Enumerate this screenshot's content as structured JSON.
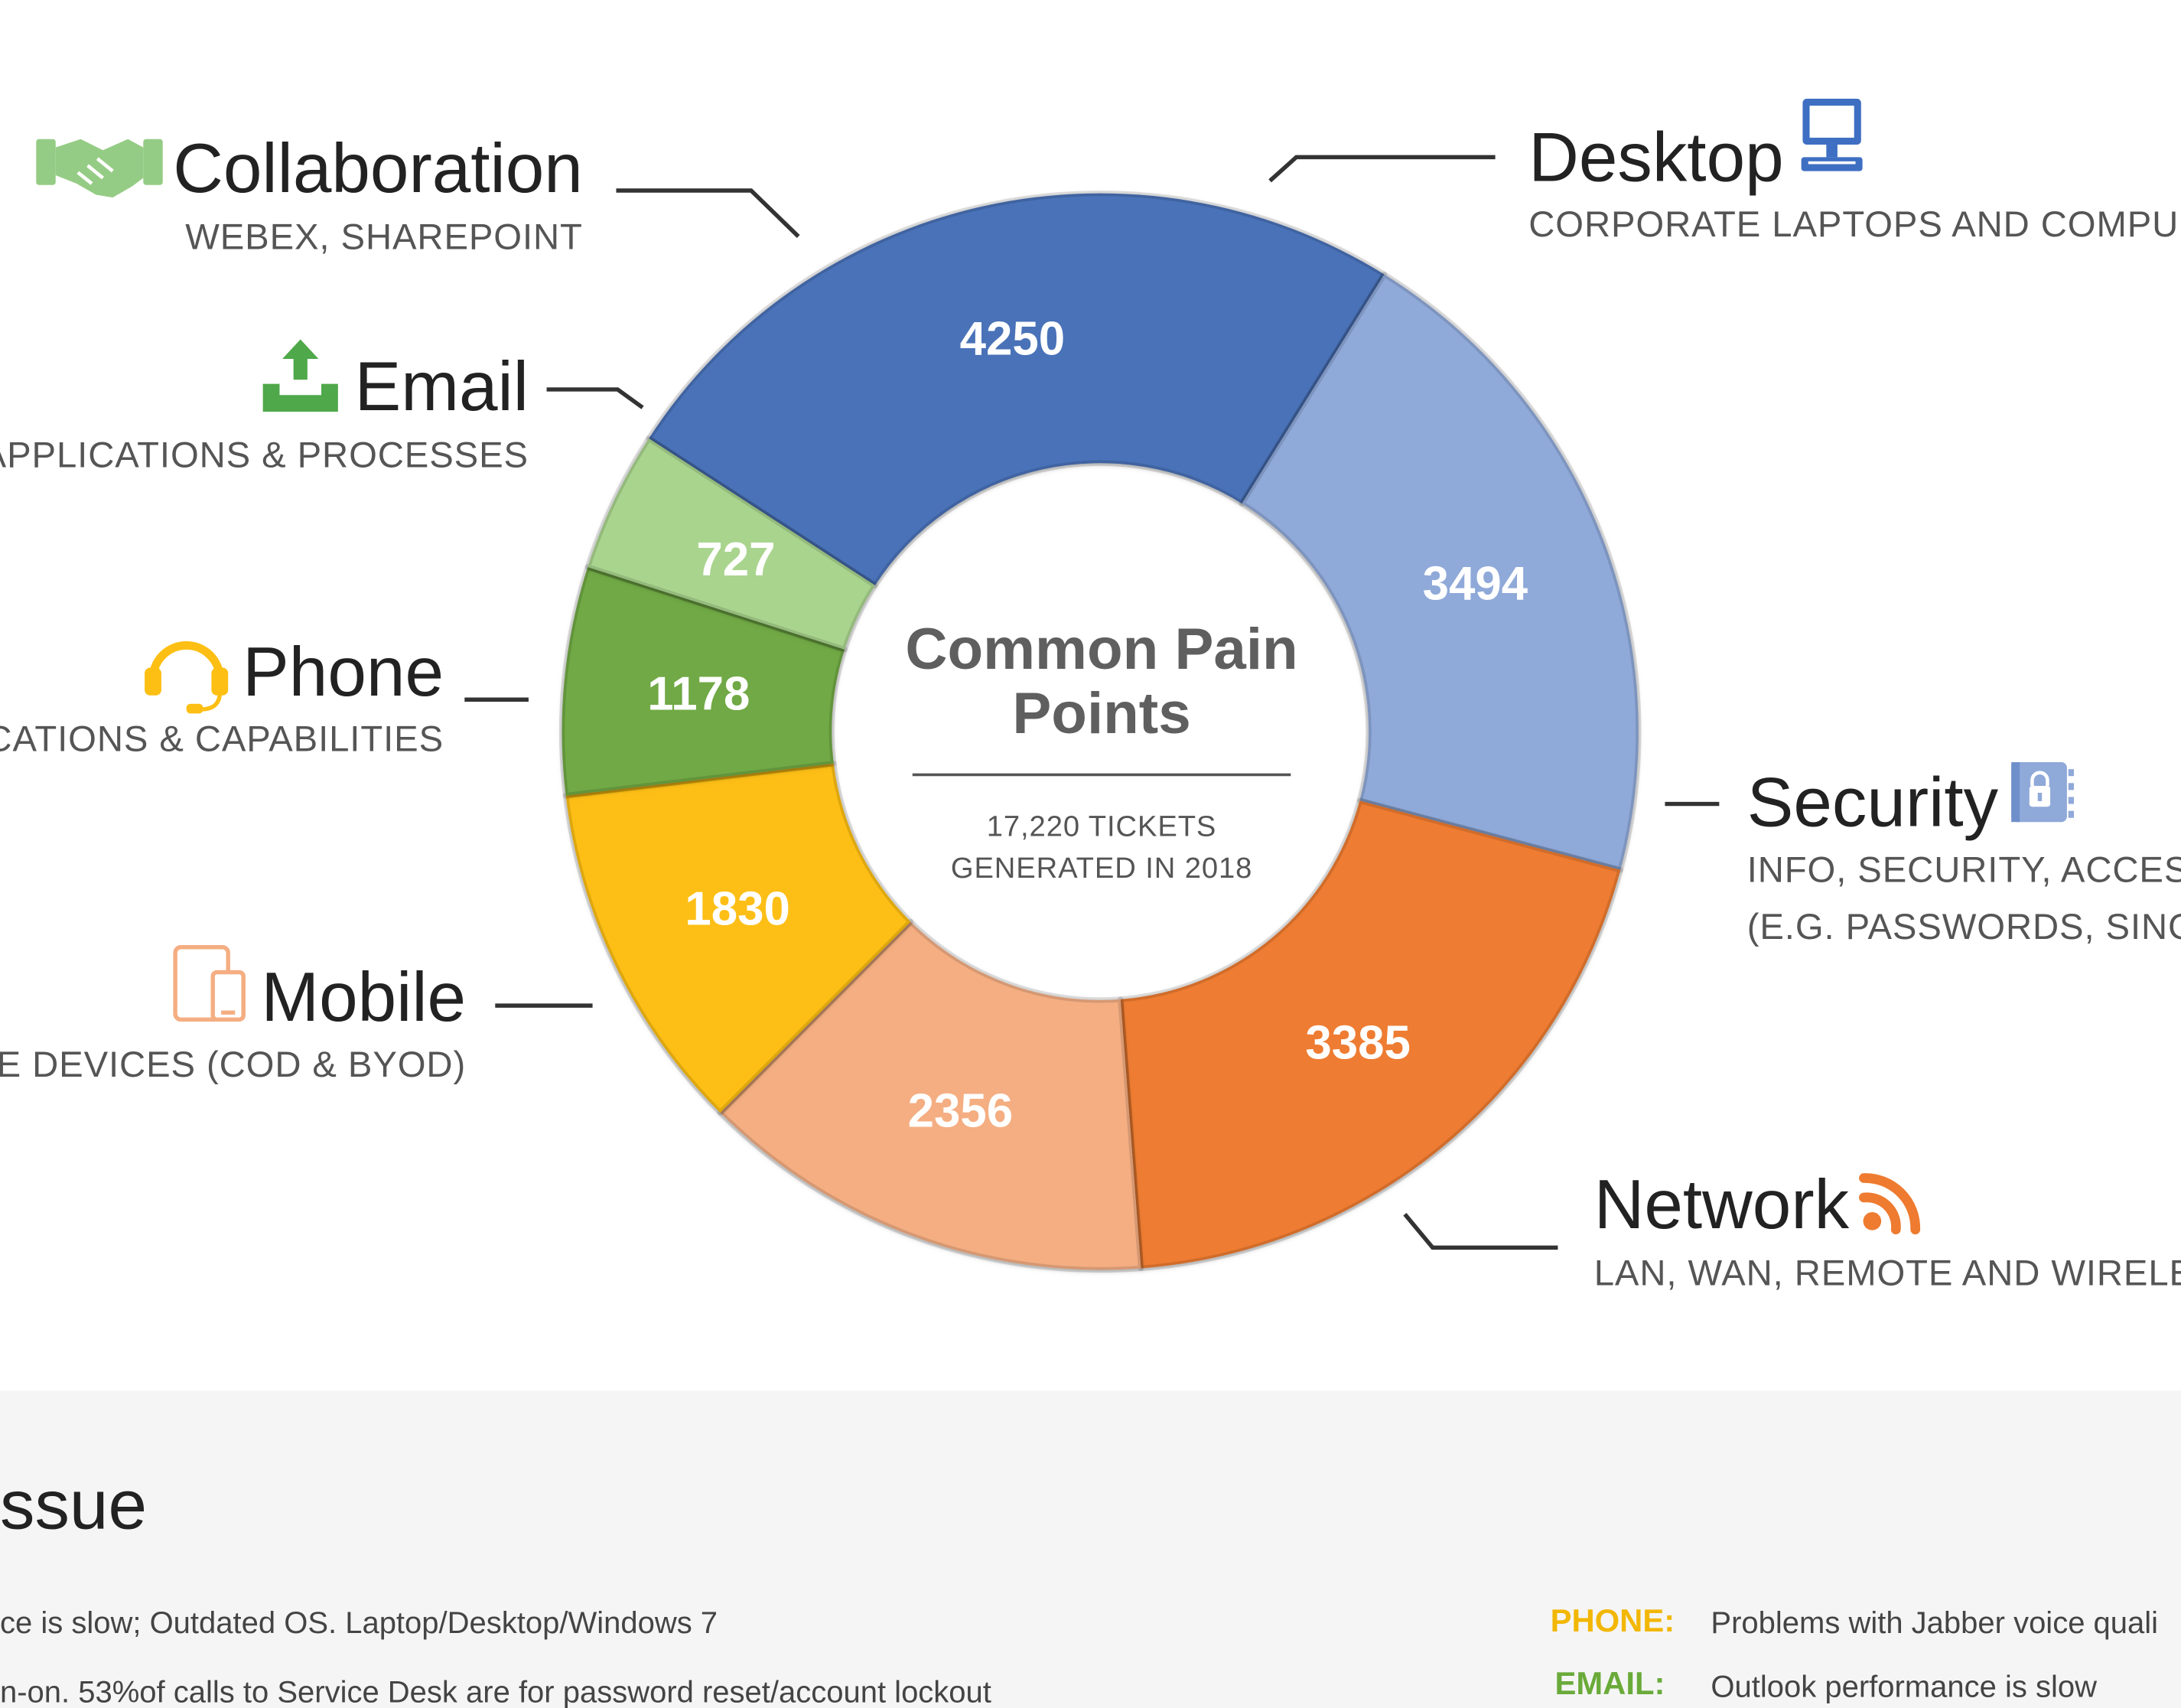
{
  "chart_data": {
    "type": "pie",
    "title": "Common Pain Points",
    "subtitle_line1": "17,220 TICKETS",
    "subtitle_line2": "GENERATED IN 2018",
    "categories": [
      "Desktop",
      "Security",
      "Network",
      "Mobile",
      "Phone",
      "Email",
      "Collaboration"
    ],
    "values": [
      4250,
      3494,
      3385,
      2356,
      1830,
      1178,
      727
    ],
    "colors": [
      "#4a72b8",
      "#8fa9d9",
      "#ee7b30",
      "#f4ae82",
      "#fdbf13",
      "#70a944",
      "#a9d48e"
    ],
    "segments": [
      {
        "name": "Desktop",
        "desc": "CORPORATE LAPTOPS AND COMPU",
        "value_label": "4250",
        "icon": "desktop-computer-icon"
      },
      {
        "name": "Security",
        "desc": "INFO, SECURITY, ACCES",
        "desc2": "(E.G. PASSWORDS, SING",
        "value_label": "3494",
        "icon": "security-lock-icon"
      },
      {
        "name": "Network",
        "desc": "LAN, WAN, REMOTE AND WIRELE",
        "value_label": "3385",
        "icon": "rss-signal-icon"
      },
      {
        "name": "Mobile",
        "desc": "E DEVICES (COD & BYOD)",
        "value_label": "2356",
        "icon": "mobile-devices-icon"
      },
      {
        "name": "Phone",
        "desc": "CATIONS & CAPABILITIES",
        "value_label": "1830",
        "icon": "headset-icon"
      },
      {
        "name": "Email",
        "desc": "APPLICATIONS & PROCESSES",
        "value_label": "1178",
        "icon": "email-upload-tray-icon"
      },
      {
        "name": "Collaboration",
        "desc": "WEBEX, SHAREPOINT",
        "value_label": "727",
        "icon": "handshake-icon"
      }
    ]
  },
  "issue_section": {
    "heading": "ssue",
    "left_items": [
      "ce is slow; Outdated OS. Laptop/Desktop/Windows 7",
      "n-on. 53%of calls to Service Desk are for password reset/account lockout"
    ],
    "right_items": [
      {
        "key": "PHONE:",
        "text": "Problems with Jabber voice quali",
        "color": "#f2b705"
      },
      {
        "key": "EMAIL:",
        "text": "Outlook performance is slow",
        "color": "#6aaa3a"
      }
    ]
  }
}
